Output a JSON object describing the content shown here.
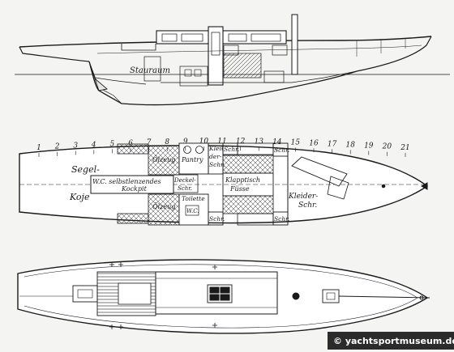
{
  "frame_numbers": [
    "1",
    "2",
    "3",
    "4",
    "5",
    "6",
    "7",
    "8",
    "9",
    "10",
    "11",
    "12",
    "13",
    "14",
    "15",
    "16",
    "17",
    "18",
    "19",
    "20",
    "21"
  ],
  "side_profile": {
    "stauraum": "Stauraum"
  },
  "deck_plan": {
    "segel": "Segel-",
    "koje": "Koje",
    "wc_line1": "W.C. selbstlenzendes",
    "wc_line2": "Kockpit",
    "oezeug_top": "Ölzeug",
    "oezeug_bottom": "Ölzeug",
    "pantry": "Pantry",
    "kleider_left": "Klei-",
    "kleider_left2": "der-",
    "kleider_left3": "Schr.",
    "schr": "Schr.",
    "deckel_line1": "Deckel-",
    "deckel_line2": "Schr.",
    "klapptisch_line1": "Klapptisch",
    "klapptisch_line2": "Füsse",
    "toilette": "Toilette",
    "wc": "W.C.",
    "kleider_right_line1": "Kleider-",
    "kleider_right_line2": "Schr."
  },
  "credit": "© yachtsportmuseum.de"
}
